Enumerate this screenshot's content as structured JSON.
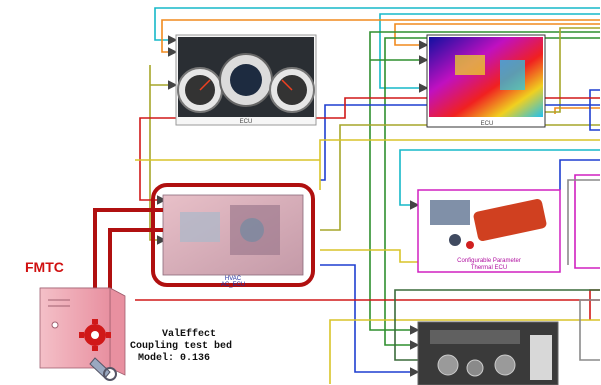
{
  "colors": {
    "cyan": "#16b8c8",
    "orange": "#f08a1e",
    "green": "#2f8f2f",
    "olive": "#a6a62a",
    "blue": "#1f3fd0",
    "red": "#d01818",
    "magenta": "#d020c0",
    "gray": "#8a8a8a",
    "yellow": "#d8c428",
    "darkred": "#b01010"
  },
  "labels": {
    "fmtc": "FMTC",
    "cluster_caption": "ECU",
    "thermal_caption": "ECU",
    "hvac_caption_1": "HVAC",
    "hvac_caption_2": "AC_ECU",
    "config_caption_1": "Configurable Parameter",
    "config_caption_2": "Thermal ECU",
    "testbed_line1": "ValEffect",
    "testbed_line2": "Coupling test bed",
    "testbed_line3": "Model: 0.136"
  },
  "blocks": [
    {
      "id": "instrument-cluster",
      "icon": "gauge-cluster-image"
    },
    {
      "id": "thermal-camera",
      "icon": "thermal-image"
    },
    {
      "id": "hvac-unit",
      "icon": "hvac-module-image"
    },
    {
      "id": "config-ecu",
      "icon": "component-photo"
    },
    {
      "id": "climate-panel",
      "icon": "climate-control-photo"
    },
    {
      "id": "fmtc-server",
      "icon": "server-gear-icon"
    }
  ]
}
